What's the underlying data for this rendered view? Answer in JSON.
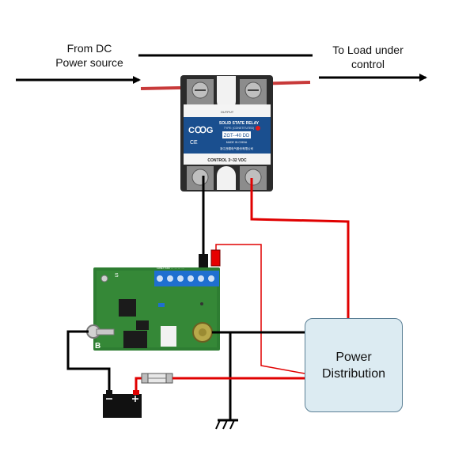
{
  "labels": {
    "source_line1": "From DC",
    "source_line2": "Power source",
    "load_line1": "To Load under",
    "load_line2": "control",
    "power_line1": "Power",
    "power_line2": "Distribution"
  },
  "relay": {
    "brand": "CꝎG",
    "ce_mark": "CE",
    "title": "SOLID STATE RELAY",
    "type_text": "TYPE: (CONSTITUTED)",
    "output_text": "OUTPUT",
    "model": "ZGT--40 DD",
    "made_in": "MADE IN CHINA",
    "maker": "浙江西德电气股份有限公司",
    "control": "CONTROL 3~32 VDC"
  },
  "pcb": {
    "pins_label": "GND  SIG  ...  ...  ...  ...",
    "corner_label": "B",
    "top_label": "S"
  },
  "colors": {
    "wire_red": "#e00000",
    "wire_red_dark": "#c83a3a",
    "wire_black": "#000000",
    "pcb_green": "#2e7d32",
    "terminal_blue": "#1f6fd0",
    "relay_blue": "#1a4f8f",
    "box_fill": "#dcebf2"
  },
  "icons": {
    "ground": "ground-symbol-icon",
    "battery": "battery-icon",
    "fuse": "fuse-icon"
  }
}
